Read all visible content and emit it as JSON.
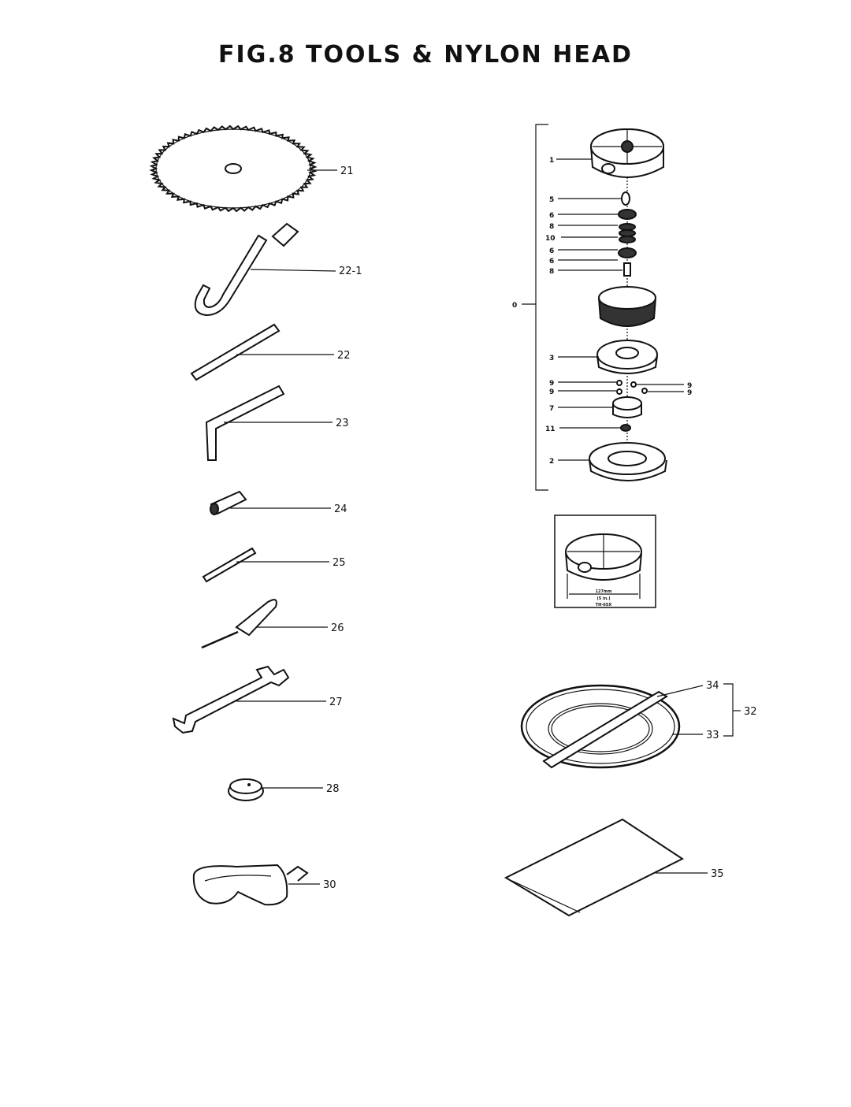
{
  "title": "FIG.8  TOOLS & NYLON HEAD",
  "parts": {
    "p21": "21",
    "p22_1": "22-1",
    "p22": "22",
    "p23": "23",
    "p24": "24",
    "p25": "25",
    "p26": "26",
    "p27": "27",
    "p28": "28",
    "p30": "30",
    "p34": "34",
    "p32": "32",
    "p33": "33",
    "p35": "35"
  },
  "nylon_head": {
    "group": "0",
    "p1": "1",
    "p5": "5",
    "p6a": "6",
    "p8a": "8",
    "p10": "10",
    "p6b": "6",
    "p6c": "6",
    "p8b": "8",
    "p3": "3",
    "p9a": "9",
    "p9b": "9",
    "p9c": "9",
    "p9d": "9",
    "p7": "7",
    "p11": "11",
    "p2": "2"
  },
  "inset": {
    "dim_mm": "127mm",
    "dim_in": "(5 in.)",
    "model": "TH-65X"
  }
}
